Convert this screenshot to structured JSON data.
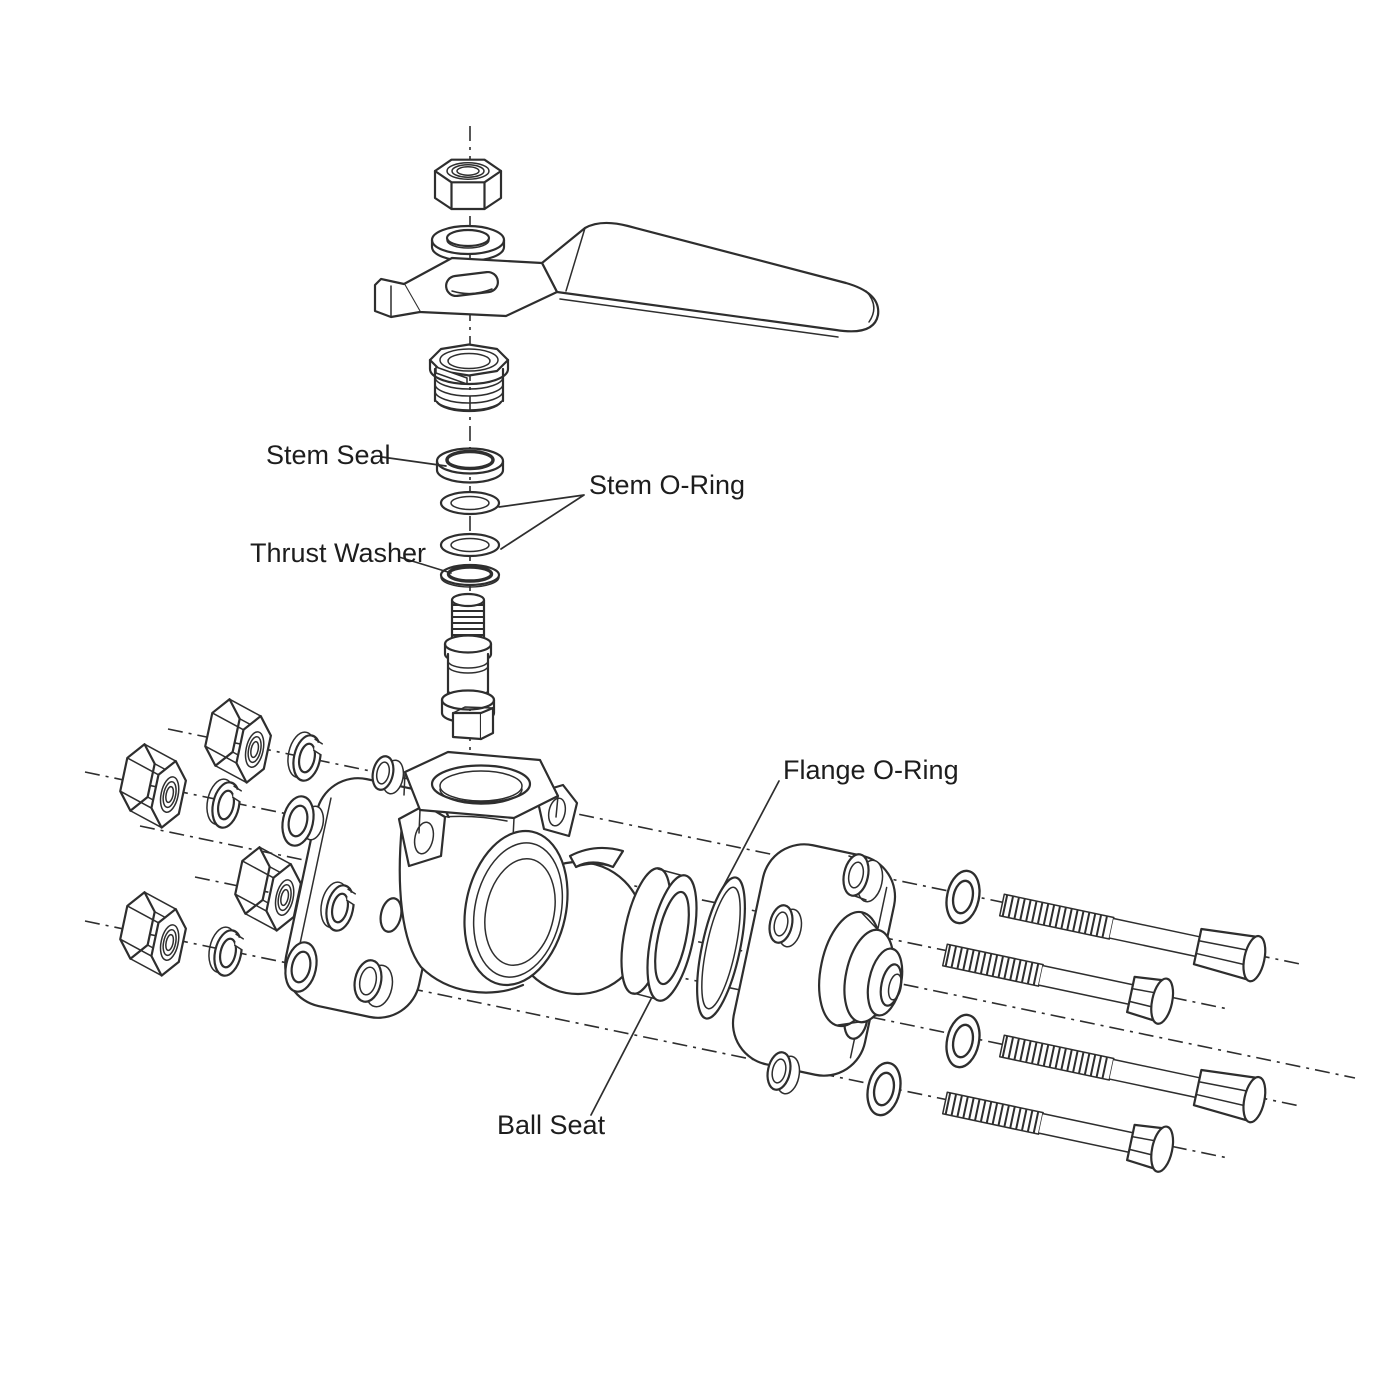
{
  "diagram": {
    "title_hidden": "",
    "background_color": "#ffffff",
    "line_color": "#2e2e2e",
    "labels": {
      "stem_seal": "Stem Seal",
      "stem_o_ring": "Stem O-Ring",
      "thrust_washer": "Thrust Washer",
      "flange_o_ring": "Flange O-Ring",
      "ball_seat": "Ball Seat"
    }
  }
}
